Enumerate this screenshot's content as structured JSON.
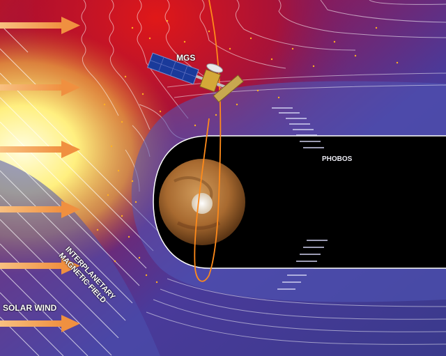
{
  "labels": {
    "spacecraft": "MGS",
    "moon": "PHOBOS",
    "solar_wind": "SOLAR WIND",
    "imf_line1": "INTERPLANETARY",
    "imf_line2": "MAGNETIC FIELD"
  },
  "colors": {
    "sun_glow": "#fff6a0",
    "shock_red": "#c4101a",
    "background_blue": "#3a3a9a",
    "wake_black": "#000000",
    "arrow_orange": "#f0a050",
    "orbit_orange": "#ff8a1a",
    "field_lines": "#ffffff",
    "mars": "#b87a3a",
    "dots": "#ffb020"
  },
  "icons": [
    "sun-glow",
    "solar-wind-arrow",
    "mars-planet",
    "mgs-spacecraft",
    "phobos-trail"
  ]
}
